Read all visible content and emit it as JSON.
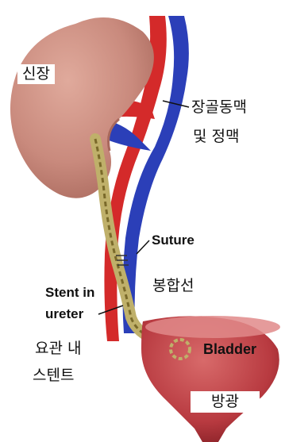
{
  "labels": {
    "kidney_ko": "신장",
    "iliac_vessels_ko_line1": "장골동맥",
    "iliac_vessels_ko_line2": "및 정맥",
    "suture_en": "Suture",
    "suture_ko": "봉합선",
    "stent_en_line1": "Stent in",
    "stent_en_line2": "ureter",
    "stent_ko_line1": "요관 내",
    "stent_ko_line2": "스텐트",
    "bladder_en": "Bladder",
    "bladder_ko": "방광"
  },
  "colors": {
    "kidney": "#c98a7d",
    "kidney_shadow": "#b07064",
    "artery": "#d42a2a",
    "vein": "#2b3fb8",
    "ureter": "#bfb06a",
    "stent_stripe": "#7a6a2a",
    "bladder": "#c0434a",
    "bladder_rim": "#e08a8a"
  }
}
